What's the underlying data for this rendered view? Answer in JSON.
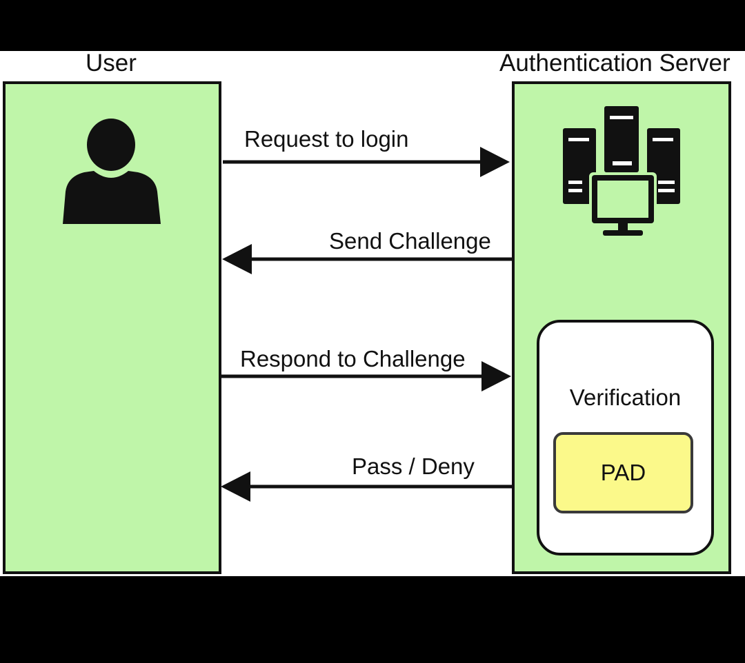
{
  "colors": {
    "lane_fill": "#bff5a9",
    "pad_fill": "#fbf98a",
    "stroke": "#111111"
  },
  "lanes": {
    "user": {
      "title": "User"
    },
    "server": {
      "title": "Authentication Server"
    }
  },
  "messages": [
    {
      "label": "Request to login",
      "direction": "user-to-server"
    },
    {
      "label": "Send Challenge",
      "direction": "server-to-user"
    },
    {
      "label": "Respond to Challenge",
      "direction": "user-to-server"
    },
    {
      "label": "Pass / Deny",
      "direction": "server-to-user"
    }
  ],
  "verification": {
    "label": "Verification",
    "pad_label": "PAD"
  },
  "icons": {
    "user": "user-silhouette-icon",
    "server": "server-rack-icon"
  }
}
